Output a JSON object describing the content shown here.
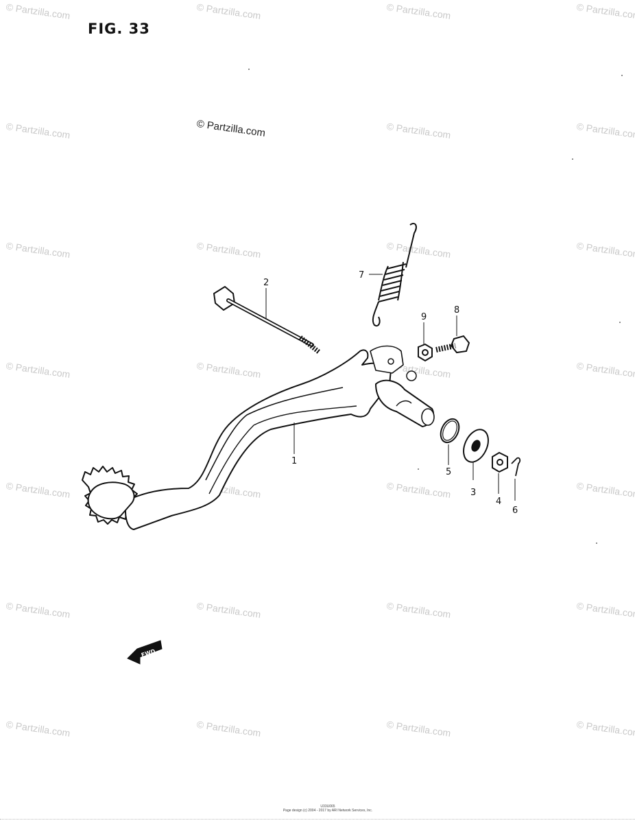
{
  "figure": {
    "title": "FIG. 33"
  },
  "watermark": {
    "main_text": "© Partzilla.com",
    "repeat_text": "© Partzilla.com"
  },
  "callouts": [
    {
      "id": "1",
      "label": "1"
    },
    {
      "id": "2",
      "label": "2"
    },
    {
      "id": "3",
      "label": "3"
    },
    {
      "id": "4",
      "label": "4"
    },
    {
      "id": "5",
      "label": "5"
    },
    {
      "id": "6",
      "label": "6"
    },
    {
      "id": "7",
      "label": "7"
    },
    {
      "id": "8",
      "label": "8"
    },
    {
      "id": "9",
      "label": "9"
    }
  ],
  "fwd_badge": {
    "label": "FWD"
  },
  "footer": {
    "line1": "U33U065",
    "line2": "Page design (c) 2004 - 2017 by ARI Network Services, Inc."
  }
}
